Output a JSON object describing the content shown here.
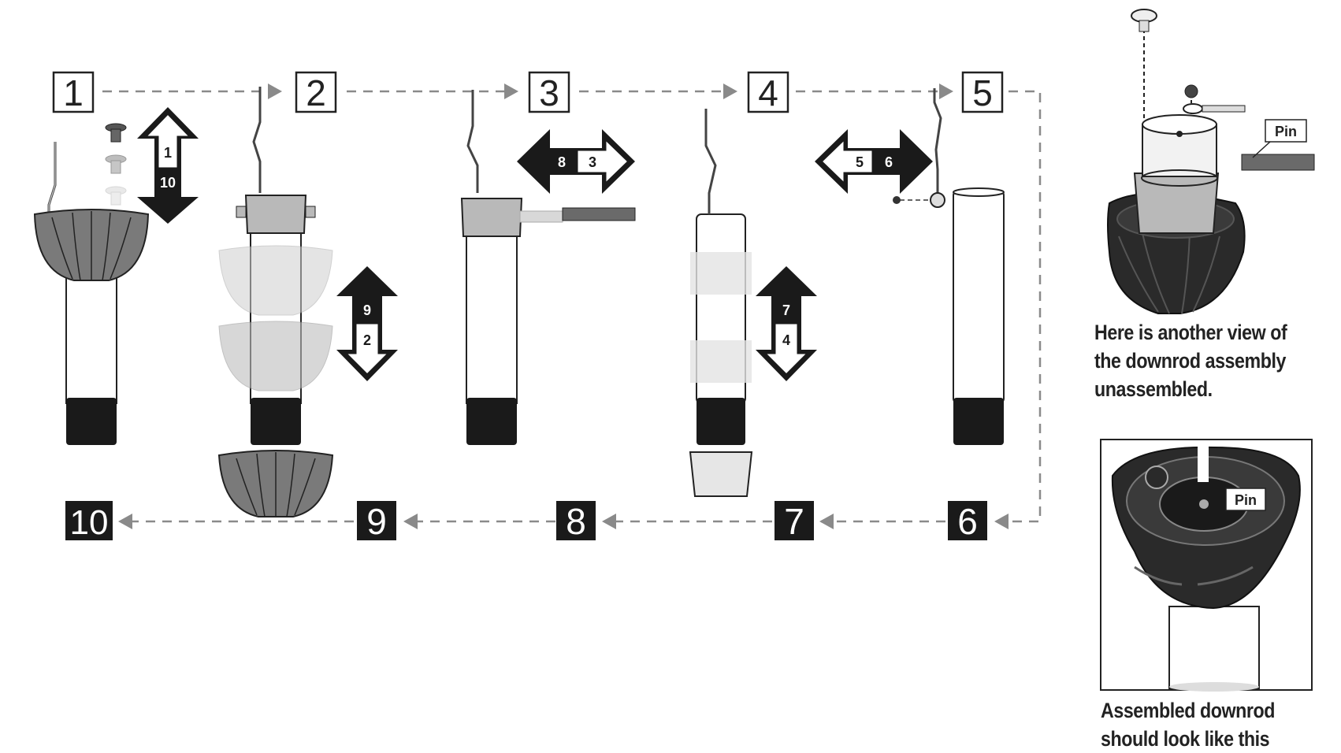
{
  "step_numbers": [
    "1",
    "2",
    "3",
    "4",
    "5",
    "6",
    "7",
    "8",
    "9",
    "10"
  ],
  "arrow_labels": {
    "a": {
      "up": "1",
      "down": "10"
    },
    "b": {
      "up": "9",
      "down": "2"
    },
    "c": {
      "left": "8",
      "right": "3"
    },
    "d": {
      "up": "7",
      "down": "4"
    },
    "e": {
      "left": "5",
      "right": "6"
    }
  },
  "pin_label": "Pin",
  "caption_other_view": [
    "Here is another view of",
    "the downrod assembly",
    "unassembled."
  ],
  "caption_assembled": [
    "Assembled downrod",
    "should look like this"
  ],
  "colors": {
    "ink": "#222222",
    "dashes": "#8a8a8a",
    "canopy": "#7a7a7a",
    "cap": "#b9b9b9",
    "band": "#1a1a1a"
  }
}
